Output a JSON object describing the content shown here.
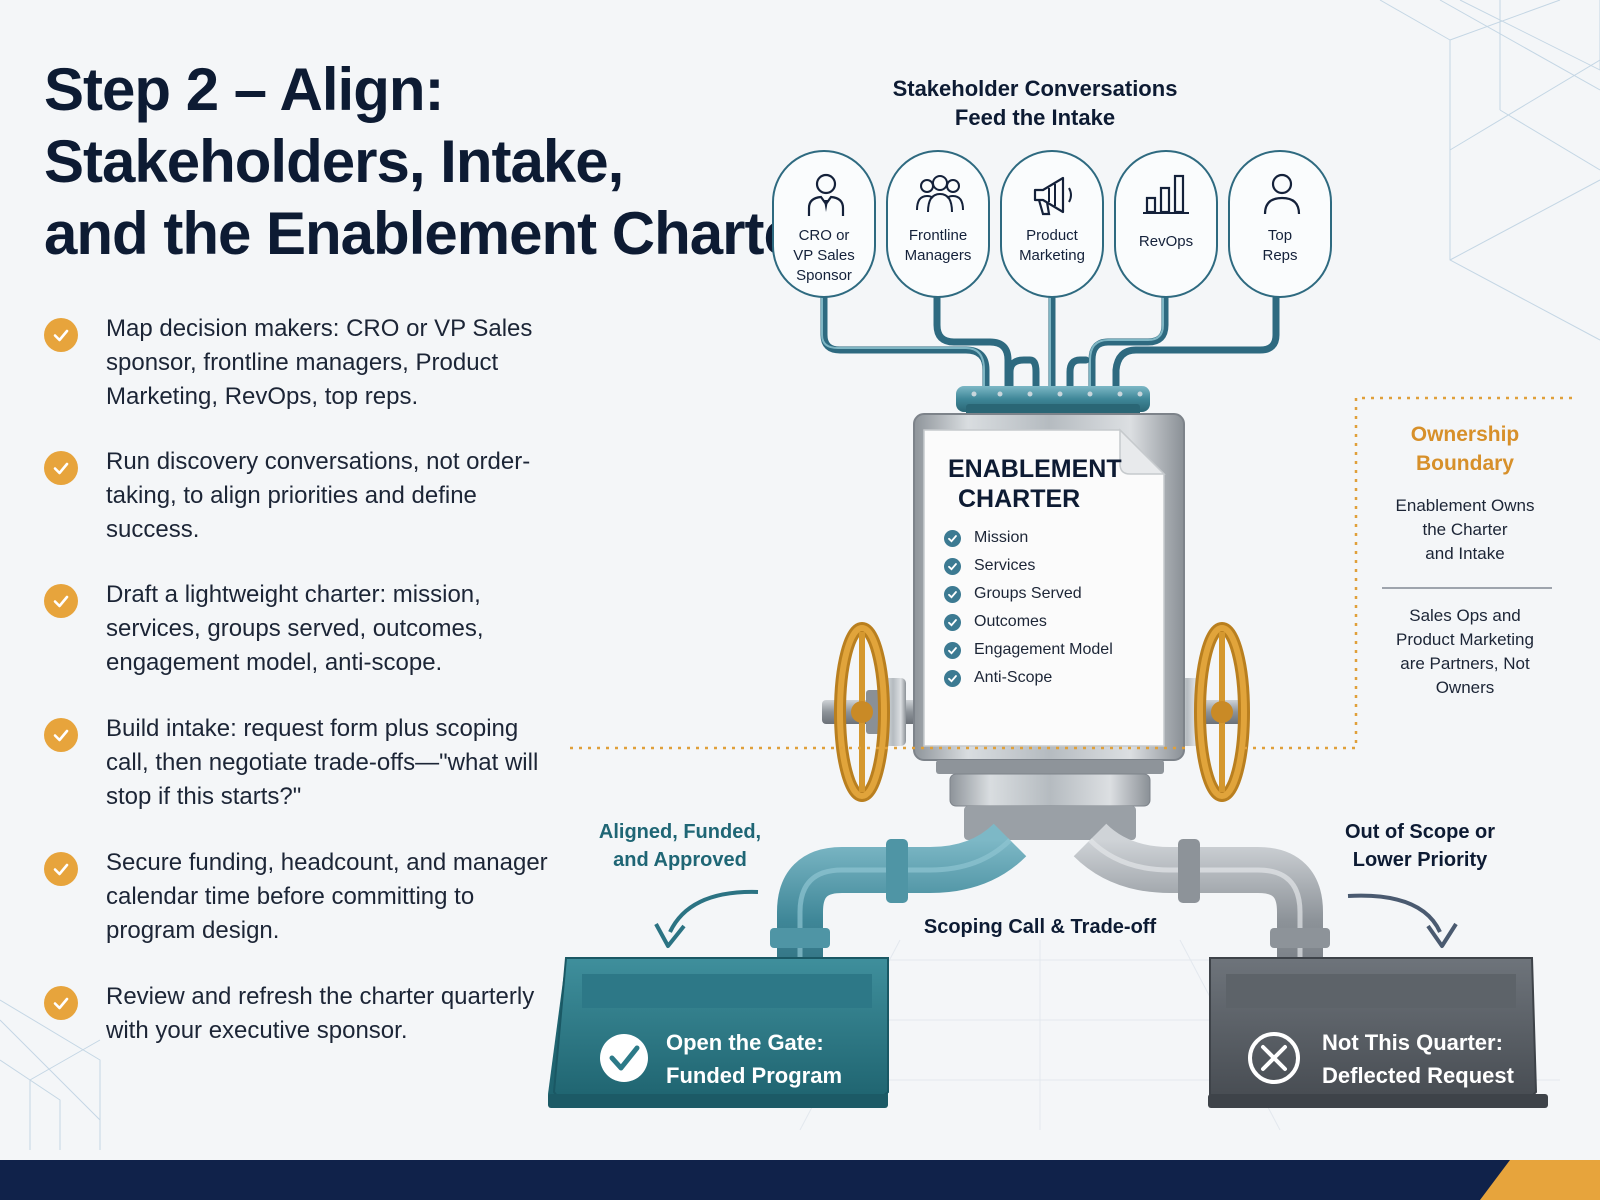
{
  "title": {
    "line1": "Step 2 – Align:",
    "line2": "Stakeholders, Intake,",
    "line3": "and the Enablement Charter"
  },
  "bullets": [
    {
      "text": "Map decision makers: CRO or VP Sales sponsor, frontline managers, Product Marketing, RevOps, top reps."
    },
    {
      "text": "Run discovery conversations, not order-taking, to align priorities and define success."
    },
    {
      "text": "Draft a lightweight charter: mission, services, groups served, outcomes, engagement model, anti-scope."
    },
    {
      "text": "Build intake: request form plus scoping call, then negotiate trade-offs—\"what will stop if this starts?\""
    },
    {
      "text": "Secure funding, headcount, and manager calendar time before committing to program design."
    },
    {
      "text": "Review and refresh the charter quarterly with your executive sponsor."
    }
  ],
  "stakeholders": {
    "title_line1": "Stakeholder Conversations",
    "title_line2": "Feed the Intake",
    "items": [
      {
        "line1": "CRO or",
        "line2": "VP Sales",
        "line3": "Sponsor",
        "icon": "person-tie-icon"
      },
      {
        "line1": "Frontline",
        "line2": "Managers",
        "line3": "",
        "icon": "group-icon"
      },
      {
        "line1": "Product",
        "line2": "Marketing",
        "line3": "",
        "icon": "megaphone-icon"
      },
      {
        "line1": "RevOps",
        "line2": "",
        "line3": "",
        "icon": "bar-chart-icon"
      },
      {
        "line1": "Top",
        "line2": "Reps",
        "line3": "",
        "icon": "person-icon"
      }
    ]
  },
  "charter": {
    "title_line1": "ENABLEMENT",
    "title_line2": "CHARTER",
    "items": [
      "Mission",
      "Services",
      "Groups Served",
      "Outcomes",
      "Engagement Model",
      "Anti-Scope"
    ]
  },
  "ownership": {
    "title_line1": "Ownership",
    "title_line2": "Boundary",
    "owns": [
      "Enablement Owns",
      "the Charter",
      "and Intake"
    ],
    "partners": [
      "Sales Ops and",
      "Product Marketing",
      "are Partners, Not",
      "Owners"
    ]
  },
  "outcomes": {
    "aligned_line1": "Aligned, Funded,",
    "aligned_line2": "and Approved",
    "out_line1": "Out of Scope or",
    "out_line2": "Lower Priority",
    "scoping": "Scoping Call & Trade-off",
    "funded_line1": "Open the Gate:",
    "funded_line2": "Funded Program",
    "deflected_line1": "Not This Quarter:",
    "deflected_line2": "Deflected Request"
  },
  "colors": {
    "navy": "#0d1b33",
    "accent_orange": "#e7a43c",
    "teal": "#2f7f8f",
    "slate": "#5a6068"
  }
}
